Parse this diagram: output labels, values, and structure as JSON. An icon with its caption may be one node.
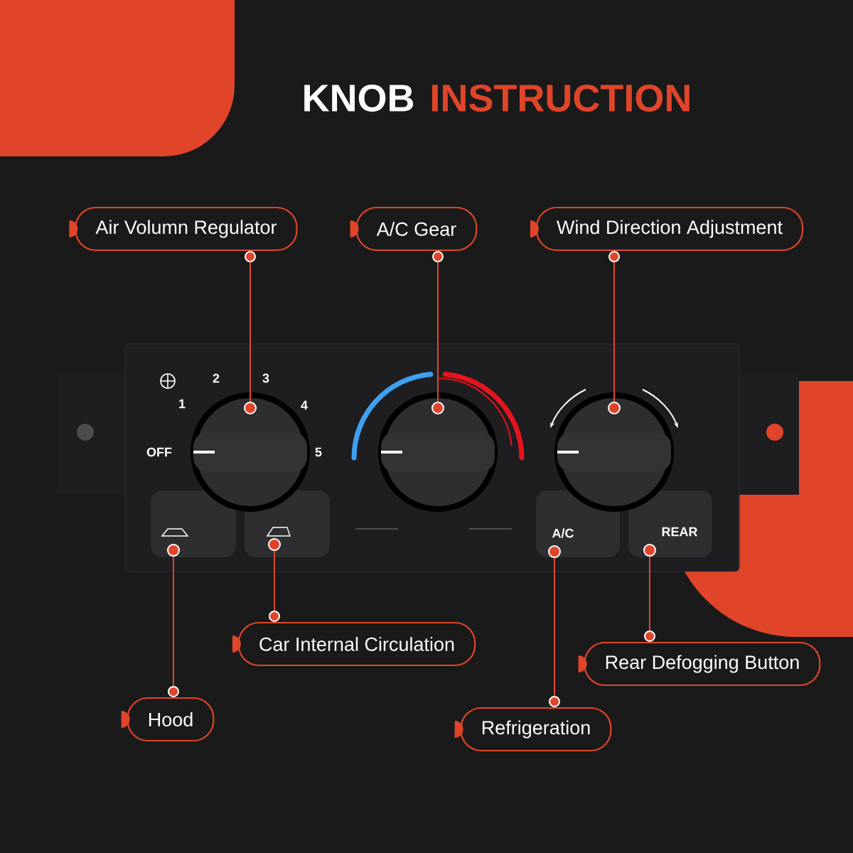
{
  "diagram": {
    "nodes": [
      {
        "text": [
          "Air Volumn Regulator"
        ]
      },
      {
        "text": [
          "A/C Gear"
        ]
      },
      {
        "text": [
          "Wind Direction Adjustment"
        ]
      },
      {
        "text": [],
        "shape": "circle"
      },
      {
        "text": [],
        "shape": "circle"
      },
      {
        "text": [],
        "shape": "circle"
      },
      {
        "text": [],
        "shape": "circle"
      },
      {
        "text": [],
        "shape": "circle"
      },
      {
        "text": [],
        "shape": "circle"
      },
      {
        "text": [],
        "shape": "circle"
      },
      {
        "text": [
          "Car Internal Circulation"
        ]
      },
      {
        "text": [
          "Rear Defogging Button"
        ]
      },
      {
        "text": [
          "Hood"
        ]
      },
      {
        "text": [
          "Refrigeration"
        ]
      }
    ],
    "edges": [
      {
        "from": 0,
        "to": 3,
        "arrow": "other"
      },
      {
        "from": 1,
        "to": 4,
        "arrow": "other"
      },
      {
        "from": 2,
        "to": 5,
        "arrow": "other"
      },
      {
        "from": 10,
        "to": 7,
        "arrow": "other"
      },
      {
        "from": 12,
        "to": 6,
        "arrow": "other"
      },
      {
        "from": 13,
        "to": 8,
        "arrow": "other"
      },
      {
        "from": 11,
        "to": 9,
        "arrow": "other"
      }
    ],
    "labels": [
      "KNOB",
      "INSTRUCTION",
      "2",
      "3",
      "1",
      "4",
      "OFF",
      "5",
      "A/C",
      "REAR"
    ]
  }
}
